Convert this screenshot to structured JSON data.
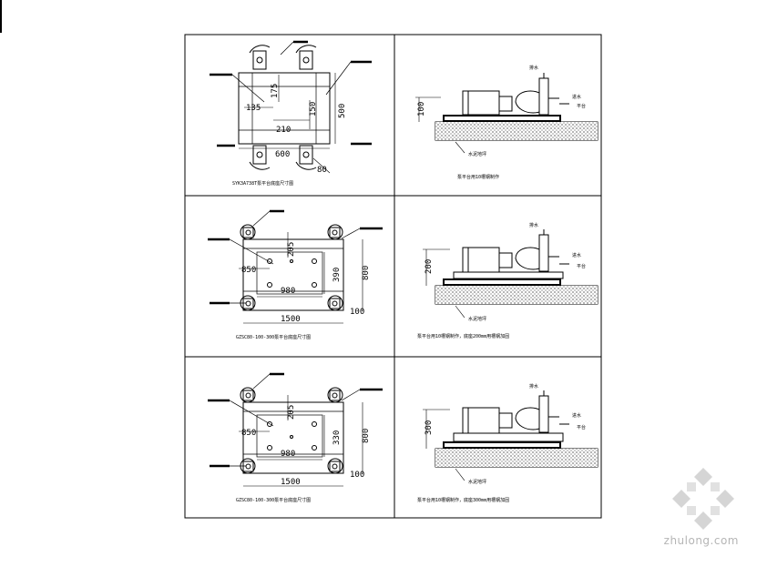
{
  "panels": [
    {
      "plan": {
        "dims": {
          "d1": "175",
          "d2": "135",
          "d3": "150",
          "d4": "210",
          "d5": "500",
          "d6": "600",
          "d7": "80"
        },
        "caption": "SYK3A738T泵平台底座尺寸图"
      },
      "elev": {
        "height": "100",
        "labels": {
          "water": "排水",
          "inlet": "进水",
          "platform": "平台",
          "ground": "水泥地坪"
        },
        "caption": "泵平台用10槽钢制作"
      }
    },
    {
      "plan": {
        "dims": {
          "d1": "205",
          "d2": "850",
          "d3": "390",
          "d4": "980",
          "d5": "800",
          "d6": "1500",
          "d7": "100"
        },
        "caption": "GZSC80-100-300泵平台底座尺寸图"
      },
      "elev": {
        "height": "200",
        "labels": {
          "water": "排水",
          "inlet": "进水",
          "platform": "平台",
          "ground": "水泥地坪"
        },
        "caption": "泵平台用10槽钢制作，底座200mm用槽钢加固"
      }
    },
    {
      "plan": {
        "dims": {
          "d1": "205",
          "d2": "850",
          "d3": "330",
          "d4": "980",
          "d5": "800",
          "d6": "1500",
          "d7": "100"
        },
        "caption": "GZSC80-100-300泵平台底座尺寸图"
      },
      "elev": {
        "height": "300",
        "labels": {
          "water": "排水",
          "inlet": "进水",
          "platform": "平台",
          "ground": "水泥地坪"
        },
        "caption": "泵平台用10槽钢制作，底座300mm用槽钢加固"
      }
    }
  ],
  "watermark": {
    "text": "zhulong.com"
  }
}
